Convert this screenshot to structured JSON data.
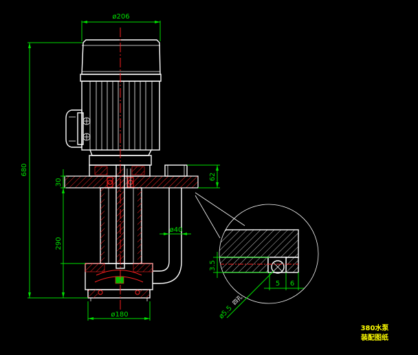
{
  "drawing": {
    "dimensions": {
      "motor_diameter": "ø206",
      "total_height": "680",
      "flange_thickness": "30",
      "flange_height": "62",
      "column_length": "290",
      "pipe_diameter": "ø40",
      "base_diameter": "ø180",
      "detail_height": "3.5",
      "detail_width_a": "5",
      "detail_width_b": "6",
      "hole_diameter": "ø5.5",
      "hole_note": "四孔"
    },
    "title_block": {
      "line1": "380水泵",
      "line2": "装配图纸"
    },
    "colors": {
      "background": "#000000",
      "outline": "#ffffff",
      "dimension": "#00e000",
      "section": "#ff2020",
      "title": "#ffff00"
    }
  }
}
